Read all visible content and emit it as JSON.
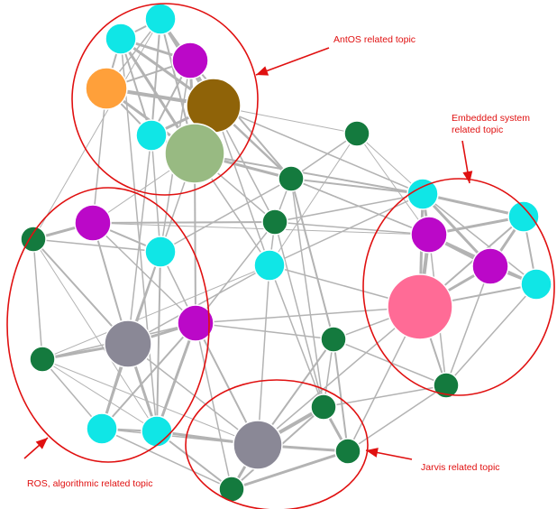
{
  "colors": {
    "cyan": "#10e6e6",
    "magenta": "#bb08c8",
    "dark_green": "#147a3e",
    "orange": "#ffa03a",
    "brown": "#8f6308",
    "sage": "#98ba82",
    "gray": "#8a8896",
    "pink": "#ff6b96",
    "annotation_red": "#e01010",
    "edge_gray": "#b3b3b3"
  },
  "annotations": {
    "antos": "AntOS related topic",
    "embedded_line1": "Embedded system",
    "embedded_line2": "related topic",
    "ros": "ROS, algorithmic related topic",
    "jarvis": "Jarvis related topic"
  }
}
